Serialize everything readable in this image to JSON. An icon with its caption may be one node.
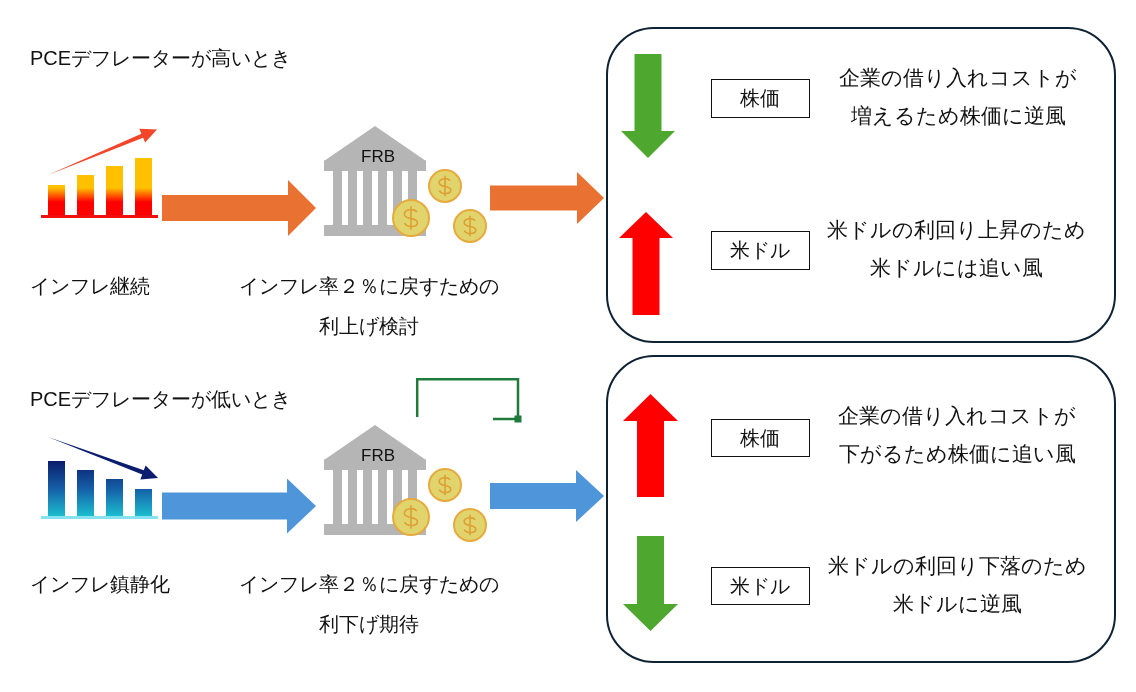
{
  "diagram": {
    "nodes": [
      {
        "text": [],
        "shape": "picture",
        "beside": [
          "インフレ継続"
        ]
      },
      {
        "text": [
          "FRB"
        ],
        "beside": [
          "インフレ率２％に戻すための利上げ検討"
        ]
      },
      {
        "text": [],
        "shape": "box"
      },
      {
        "text": [
          "株価"
        ],
        "in": 2,
        "beside": [
          "企業の借り入れコストが増えるため株価に逆風"
        ]
      },
      {
        "text": [
          "米ドル"
        ],
        "in": 2,
        "beside": [
          "米ドルの利回り上昇のため米ドルには追い風"
        ]
      },
      {
        "text": [],
        "shape": "picture",
        "beside": [
          "インフレ鎮静化"
        ]
      },
      {
        "text": [
          "FRB"
        ],
        "beside": [
          "インフレ率２％に戻すための利下げ期待"
        ]
      },
      {
        "text": [],
        "shape": "box"
      },
      {
        "text": [
          "株価"
        ],
        "in": 7,
        "beside": [
          "企業の借り入れコストが下がるため株価に追い風"
        ]
      },
      {
        "text": [
          "米ドル"
        ],
        "in": 7,
        "beside": [
          "米ドルの利回り下落のため米ドルに逆風"
        ]
      }
    ],
    "edges": [
      {
        "from": 0,
        "to": 1,
        "arrow": "to",
        "color": "#e97132"
      },
      {
        "from": 1,
        "to": 2,
        "arrow": "to",
        "color": "#e97132"
      },
      {
        "from": 5,
        "to": 6,
        "arrow": "to",
        "color": "#4e95d9"
      },
      {
        "from": 6,
        "to": 7,
        "arrow": "to",
        "color": "#4e95d9"
      }
    ],
    "labels": [
      "PCEデフレーターが高いとき",
      "PCEデフレーターが低いとき"
    ]
  }
}
